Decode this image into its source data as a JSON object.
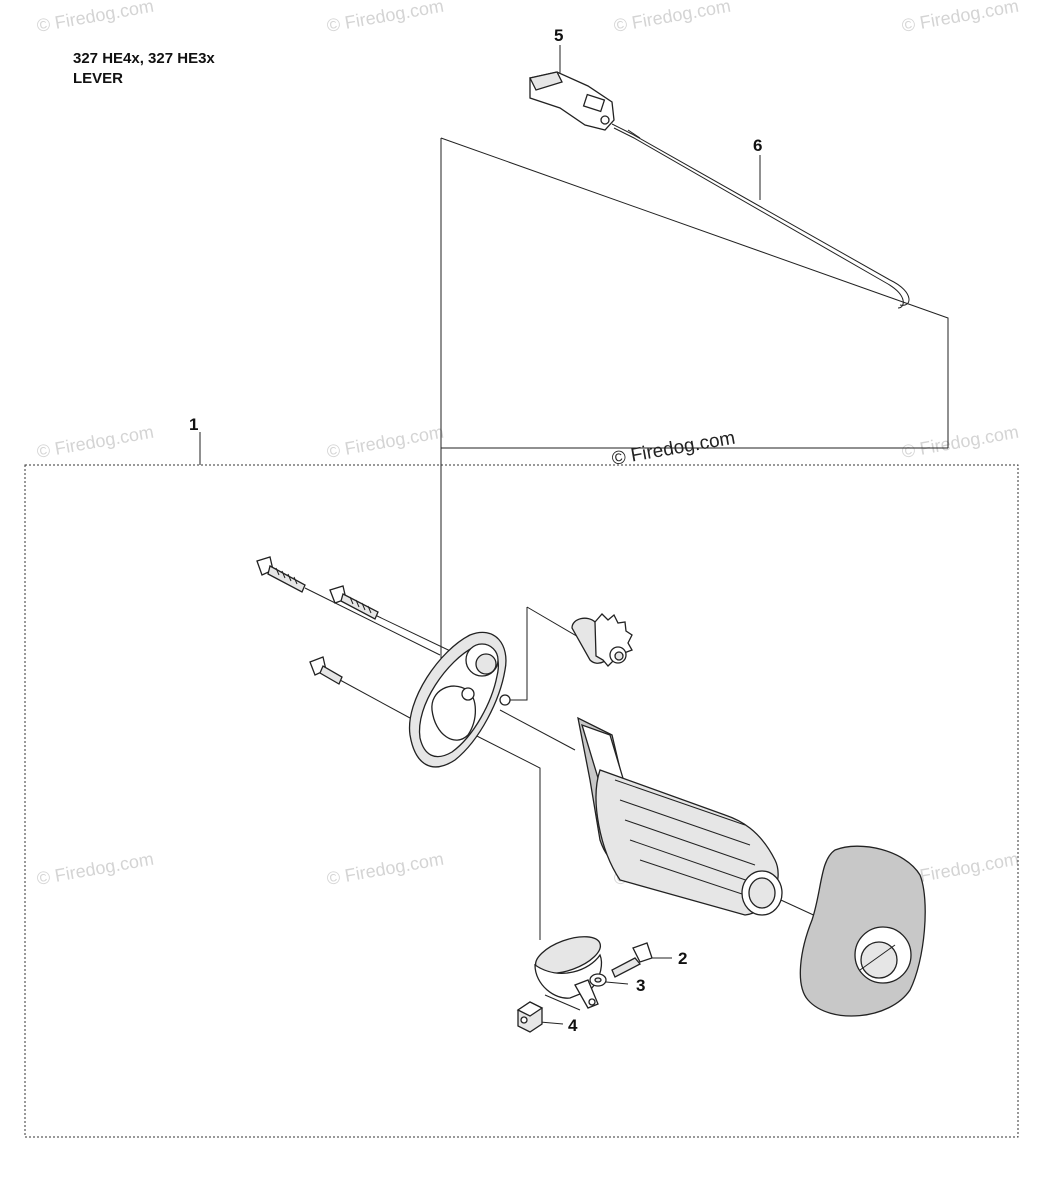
{
  "header": {
    "model": "327 HE4x, 327 HE3x",
    "section": "LEVER"
  },
  "callouts": {
    "c1": "1",
    "c2": "2",
    "c3": "3",
    "c4": "4",
    "c5": "5",
    "c6": "6"
  },
  "watermark": {
    "text": "© Firedog.com",
    "prominent": "© Firedog.com"
  }
}
